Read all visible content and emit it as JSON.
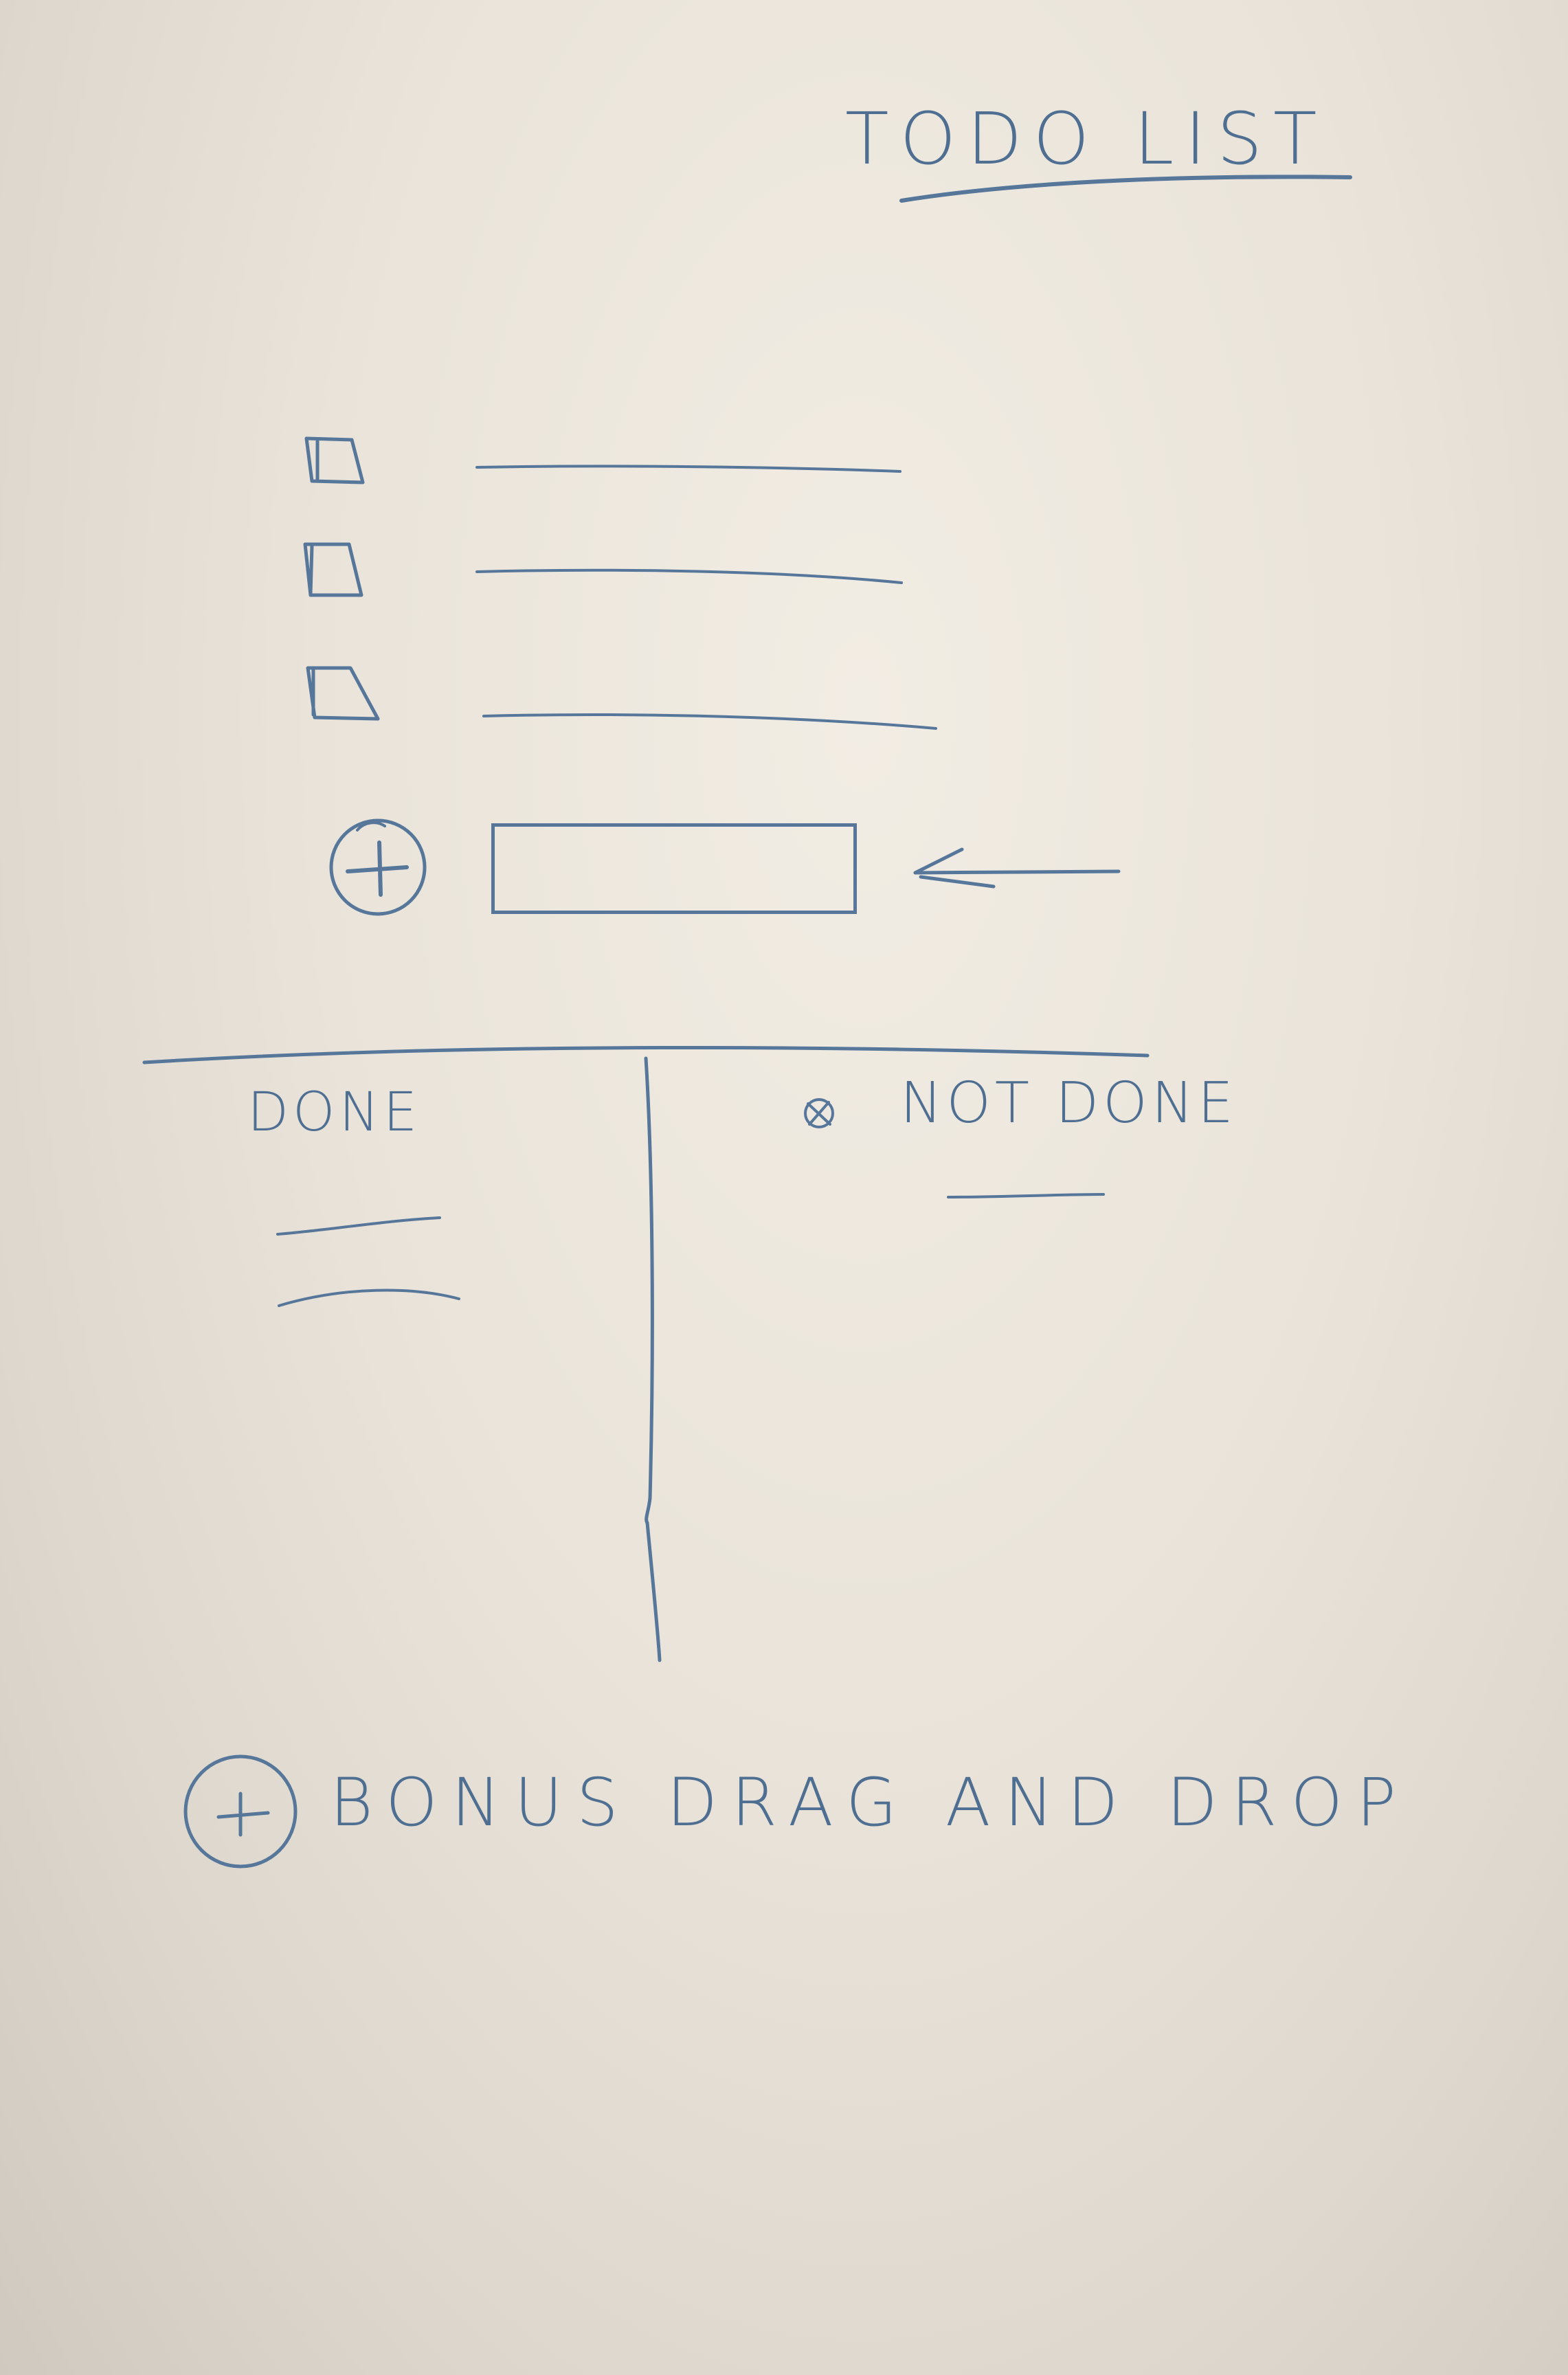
{
  "app": {
    "title": "TODO LIST"
  },
  "todo_items": [
    {
      "checked": false,
      "text": ""
    },
    {
      "checked": false,
      "text": ""
    },
    {
      "checked": false,
      "text": ""
    }
  ],
  "new_task": {
    "value": "",
    "placeholder": ""
  },
  "columns": {
    "done": {
      "label": "DONE",
      "items": [
        "",
        ""
      ]
    },
    "not_done": {
      "label": "NOT DONE",
      "items": [
        ""
      ]
    }
  },
  "bonus": {
    "text": "BONUS DRAG AND DROP"
  },
  "icons": {
    "checkbox": "checkbox-icon",
    "add": "plus-circle-icon",
    "arrow": "arrow-left-icon",
    "bonus": "plus-circle-icon"
  },
  "colors": {
    "ink": "#56769a",
    "paper": "#ece6dc"
  }
}
